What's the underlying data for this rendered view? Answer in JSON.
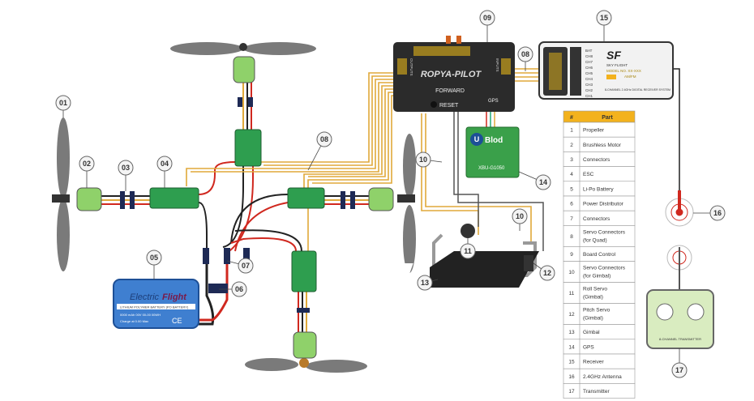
{
  "callouts": [
    "01",
    "02",
    "03",
    "04",
    "05",
    "06",
    "07",
    "08",
    "08",
    "09",
    "10",
    "10",
    "11",
    "12",
    "13",
    "14",
    "15",
    "16",
    "17"
  ],
  "flight_controller": {
    "brand": "ROPYA-PILOT",
    "forward": "FORWARD",
    "reset": "RESET",
    "gps": "GPS",
    "outputs": "OUTPUTS",
    "inputs": "INPUTS"
  },
  "receiver": {
    "logo": "SF",
    "brand": "SKY FLIGHT",
    "model": "MODEL NO. XX-XXX",
    "freq": "AM/FM",
    "desc": "8-CHANNEL 2.4GHz DIGITAL RECEIVER SYSTEM",
    "channels": [
      "BAT",
      "CH8",
      "CH7",
      "CH6",
      "CH5",
      "CH4",
      "CH3",
      "CH2",
      "CH1"
    ]
  },
  "gps_module": {
    "logo": "U",
    "brand": "Blod",
    "model": "XBU-G1050"
  },
  "battery": {
    "brand_a": "Electric",
    "brand_b": "Flight",
    "desc": "LITHIUM POLYMER BATTERY (PO BATTERY)",
    "spec": "0000 mAh 00V 00-00 00WH",
    "charge": "Charge at 0.00 Max",
    "ce": "CE"
  },
  "transmitter": {
    "label": "8-CHANNEL TRANSMITTER"
  },
  "parts_table": {
    "headers": [
      "#",
      "Part"
    ],
    "rows": [
      [
        "1",
        "Propeller"
      ],
      [
        "2",
        "Brushless Motor"
      ],
      [
        "3",
        "Connectors"
      ],
      [
        "4",
        "ESC"
      ],
      [
        "5",
        "Li-Po Battery"
      ],
      [
        "6",
        "Power Distributor"
      ],
      [
        "7",
        "Connectors"
      ],
      [
        "8",
        "Servo Connectors (for Quad)"
      ],
      [
        "9",
        "Board Control"
      ],
      [
        "10",
        "Servo Connectors (for Gimbal)"
      ],
      [
        "11",
        "Roll Servo (Gimbal)"
      ],
      [
        "12",
        "Pitch Servo (Gimbal)"
      ],
      [
        "13",
        "Gimbal"
      ],
      [
        "14",
        "GPS"
      ],
      [
        "15",
        "Receiver"
      ],
      [
        "16",
        "2.4GHz Antenna"
      ],
      [
        "17",
        "Transmitter"
      ]
    ]
  },
  "colors": {
    "motor": "#8fd16a",
    "esc": "#2e9e4f",
    "board": "#2b2b2b",
    "battery": "#3f7fd0",
    "table_header": "#f3b21d",
    "wire_red": "#d0281f",
    "wire_yellow": "#e0a93a",
    "gps": "#3aa04a"
  }
}
